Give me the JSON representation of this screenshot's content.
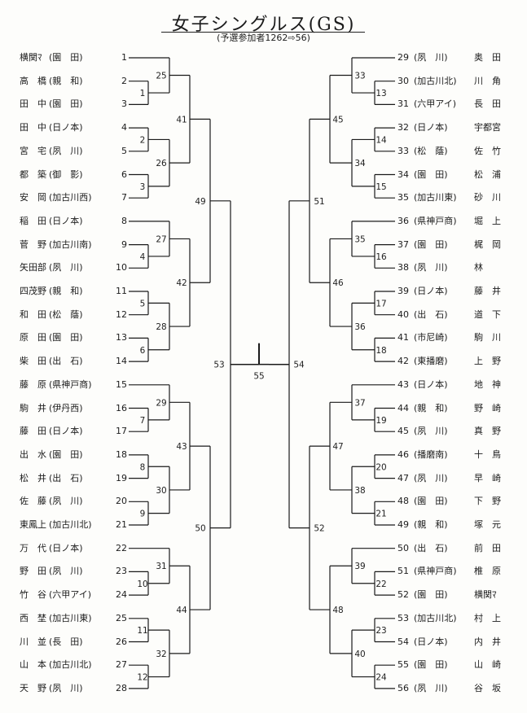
{
  "title": "女子シングルス(GS)",
  "subtitle": "(予選参加者1262⇨56)",
  "left_players": [
    {
      "no": "1",
      "name": "横関ﾏ",
      "school": "(園　田)"
    },
    {
      "no": "2",
      "name": "高　橋",
      "school": "(親　和)"
    },
    {
      "no": "3",
      "name": "田　中",
      "school": "(園　田)"
    },
    {
      "no": "4",
      "name": "田　中",
      "school": "(日ノ本)"
    },
    {
      "no": "5",
      "name": "宮　宅",
      "school": "(夙　川)"
    },
    {
      "no": "6",
      "name": "都　築",
      "school": "(御　影)"
    },
    {
      "no": "7",
      "name": "安　岡",
      "school": "(加古川西)"
    },
    {
      "no": "8",
      "name": "稲　田",
      "school": "(日ノ本)"
    },
    {
      "no": "9",
      "name": "菅　野",
      "school": "(加古川南)"
    },
    {
      "no": "10",
      "name": "矢田部",
      "school": "(夙　川)"
    },
    {
      "no": "11",
      "name": "四茂野",
      "school": "(親　和)"
    },
    {
      "no": "12",
      "name": "和　田",
      "school": "(松　蔭)"
    },
    {
      "no": "13",
      "name": "原　田",
      "school": "(園　田)"
    },
    {
      "no": "14",
      "name": "柴　田",
      "school": "(出　石)"
    },
    {
      "no": "15",
      "name": "藤　原",
      "school": "(県神戸商)"
    },
    {
      "no": "16",
      "name": "駒　井",
      "school": "(伊丹西)"
    },
    {
      "no": "17",
      "name": "藤　田",
      "school": "(日ノ本)"
    },
    {
      "no": "18",
      "name": "出　水",
      "school": "(園　田)"
    },
    {
      "no": "19",
      "name": "松　井",
      "school": "(出　石)"
    },
    {
      "no": "20",
      "name": "佐　藤",
      "school": "(夙　川)"
    },
    {
      "no": "21",
      "name": "東鳳上",
      "school": "(加古川北)"
    },
    {
      "no": "22",
      "name": "万　代",
      "school": "(日ノ本)"
    },
    {
      "no": "23",
      "name": "野　田",
      "school": "(夙　川)"
    },
    {
      "no": "24",
      "name": "竹　谷",
      "school": "(六甲アイ)"
    },
    {
      "no": "25",
      "name": "西　埜",
      "school": "(加古川東)"
    },
    {
      "no": "26",
      "name": "川　並",
      "school": "(長　田)"
    },
    {
      "no": "27",
      "name": "山　本",
      "school": "(加古川北)"
    },
    {
      "no": "28",
      "name": "天　野",
      "school": "(夙　川)"
    }
  ],
  "right_players": [
    {
      "no": "29",
      "name": "奥　田",
      "school": "(夙　川)"
    },
    {
      "no": "30",
      "name": "川　角",
      "school": "(加古川北)"
    },
    {
      "no": "31",
      "name": "長　田",
      "school": "(六甲アイ)"
    },
    {
      "no": "32",
      "name": "宇都宮",
      "school": "(日ノ本)"
    },
    {
      "no": "33",
      "name": "佐　竹",
      "school": "(松　蔭)"
    },
    {
      "no": "34",
      "name": "松　浦",
      "school": "(園　田)"
    },
    {
      "no": "35",
      "name": "砂　川",
      "school": "(加古川東)"
    },
    {
      "no": "36",
      "name": "堀　上",
      "school": "(県神戸商)"
    },
    {
      "no": "37",
      "name": "梶　岡",
      "school": "(園　田)"
    },
    {
      "no": "38",
      "name": "林",
      "school": "(夙　川)"
    },
    {
      "no": "39",
      "name": "藤　井",
      "school": "(日ノ本)"
    },
    {
      "no": "40",
      "name": "道　下",
      "school": "(出　石)"
    },
    {
      "no": "41",
      "name": "駒　川",
      "school": "(市尼崎)"
    },
    {
      "no": "42",
      "name": "上　野",
      "school": "(東播磨)"
    },
    {
      "no": "43",
      "name": "地　神",
      "school": "(日ノ本)"
    },
    {
      "no": "44",
      "name": "野　崎",
      "school": "(親　和)"
    },
    {
      "no": "45",
      "name": "真　野",
      "school": "(夙　川)"
    },
    {
      "no": "46",
      "name": "十　鳥",
      "school": "(播磨南)"
    },
    {
      "no": "47",
      "name": "早　崎",
      "school": "(夙　川)"
    },
    {
      "no": "48",
      "name": "下　野",
      "school": "(園　田)"
    },
    {
      "no": "49",
      "name": "塚　元",
      "school": "(親　和)"
    },
    {
      "no": "50",
      "name": "前　田",
      "school": "(出　石)"
    },
    {
      "no": "51",
      "name": "椎　原",
      "school": "(県神戸商)"
    },
    {
      "no": "52",
      "name": "横関ﾏ",
      "school": "(園　田)"
    },
    {
      "no": "53",
      "name": "村　上",
      "school": "(加古川北)"
    },
    {
      "no": "54",
      "name": "内　井",
      "school": "(日ノ本)"
    },
    {
      "no": "55",
      "name": "山　崎",
      "school": "(園　田)"
    },
    {
      "no": "56",
      "name": "谷　坂",
      "school": "(夙　川)"
    }
  ],
  "left_matches": [
    "1",
    "2",
    "3",
    "4",
    "5",
    "6",
    "7",
    "8",
    "9",
    "10",
    "11",
    "12",
    "25",
    "26",
    "27",
    "28",
    "29",
    "30",
    "31",
    "32",
    "41",
    "42",
    "43",
    "44",
    "49",
    "50",
    "53"
  ],
  "right_matches": [
    "13",
    "14",
    "15",
    "16",
    "17",
    "18",
    "19",
    "20",
    "21",
    "22",
    "23",
    "24",
    "33",
    "34",
    "35",
    "36",
    "37",
    "38",
    "39",
    "40",
    "45",
    "46",
    "47",
    "48",
    "51",
    "52",
    "54"
  ],
  "final_match": "55"
}
